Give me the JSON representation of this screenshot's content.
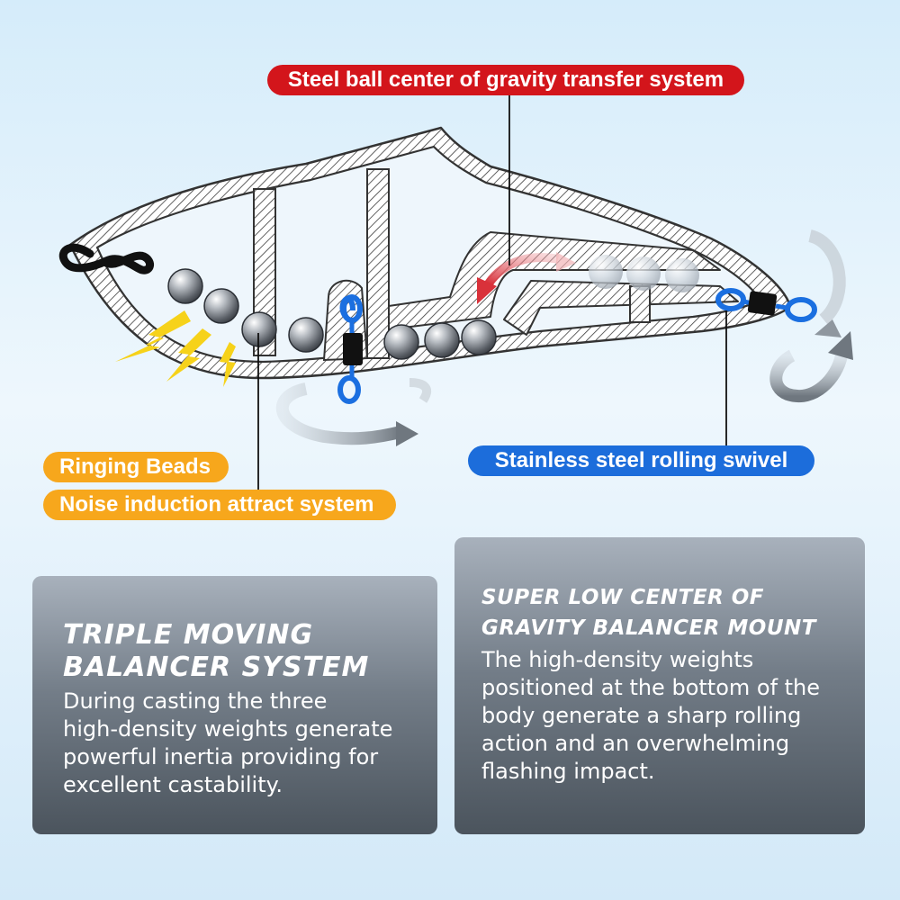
{
  "labels": {
    "steel_ball": "Steel ball center of gravity transfer system",
    "ringing_beads": "Ringing Beads",
    "noise_induction": "Noise induction attract system",
    "swivel": "Stainless steel rolling swivel"
  },
  "panels": {
    "left": {
      "title_line1": "TRIPLE MOVING",
      "title_line2": "BALANCER SYSTEM",
      "body_lines": [
        "During casting the three",
        "high-density weights generate",
        "powerful inertia providing for",
        "excellent castability."
      ]
    },
    "right": {
      "title_line1": "SUPER LOW CENTER OF",
      "title_line2": "GRAVITY BALANCER MOUNT",
      "body_lines": [
        "The high-density weights",
        "positioned at the bottom of the",
        "body generate a sharp rolling",
        "action and an overwhelming",
        "flashing impact."
      ]
    }
  },
  "colors": {
    "label_red": "#d3151b",
    "label_orange": "#f7a71c",
    "label_blue": "#1c6ddb",
    "swivel_blue": "#1b6fe0",
    "lightning_yellow": "#f6d21a",
    "arrow_gray": "#7d858d",
    "arrow_red": "#d9313a"
  },
  "icons": [
    "lure-body-outline",
    "steel-ball-icon",
    "swivel-icon",
    "rotation-arrow-icon",
    "lightning-icon",
    "line-eye-icon"
  ]
}
